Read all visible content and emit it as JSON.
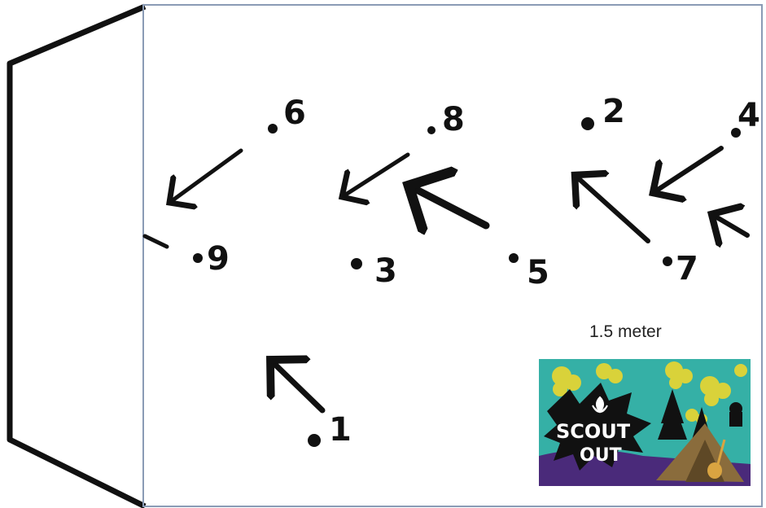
{
  "diagram": {
    "points": [
      {
        "label": "1"
      },
      {
        "label": "2"
      },
      {
        "label": "3"
      },
      {
        "label": "4"
      },
      {
        "label": "5"
      },
      {
        "label": "6"
      },
      {
        "label": "7"
      },
      {
        "label": "8"
      },
      {
        "label": "9"
      }
    ],
    "scale_label": "1.5 meter",
    "logo": {
      "line1": "SCOUT",
      "line2": "OUT"
    },
    "colors": {
      "stroke": "#111111",
      "box_border": "#8a9bb5",
      "logo_teal": "#35b0a6",
      "logo_purple": "#4a2a7a",
      "logo_yellow": "#d9d23a",
      "tent": "#8a6c3c"
    }
  }
}
